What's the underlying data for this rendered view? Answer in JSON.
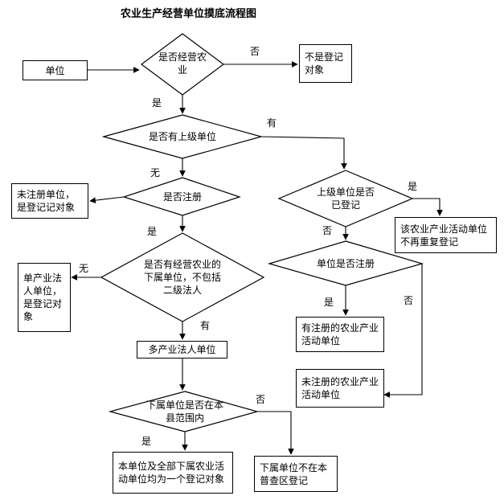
{
  "title": "农业生产经营单位摸底流程图",
  "boxes": {
    "unit": "单位",
    "not_registration_object": "不是登记对象",
    "unregistered_unit": "未注册单位，是登记记对象",
    "superior_no_repeat": "该农业产业活动单位不再重复登记",
    "single_industry_legal_entity": "单产业法人单位，是登记对象",
    "registered_activity_unit": "有注册的农业产业活动单位",
    "multi_industry_legal_entity": "多产业法人单位",
    "unregistered_activity_unit": "未注册的农业产业活动单位",
    "whole_one_object": "本单位及全部下属农业活动单位均为一个登记对象",
    "subordinate_not_in_county": "下属单位不在本普查区登记"
  },
  "decisions": {
    "engaged_in_agriculture": "是否经营农业",
    "has_superior_unit": "是否有上级单位",
    "is_registered": "是否注册",
    "superior_registered": "上级单位是否已登记",
    "unit_registered": "单位是否注册",
    "has_agri_subordinate": "是否有经营农业的下属单位，不包括二级法人",
    "subordinate_in_county": "下属单位是否在本县范围内"
  },
  "edge_labels": {
    "agri_no": "否",
    "agri_yes": "是",
    "superior_have": "有",
    "superior_none": "无",
    "reg_yes": "是",
    "sup_reg_yes": "是",
    "sup_reg_no": "否",
    "sub_none": "无",
    "unit_reg_yes": "是",
    "unit_reg_no": "否",
    "sub_have": "有",
    "county_no": "否",
    "county_yes": "是"
  }
}
